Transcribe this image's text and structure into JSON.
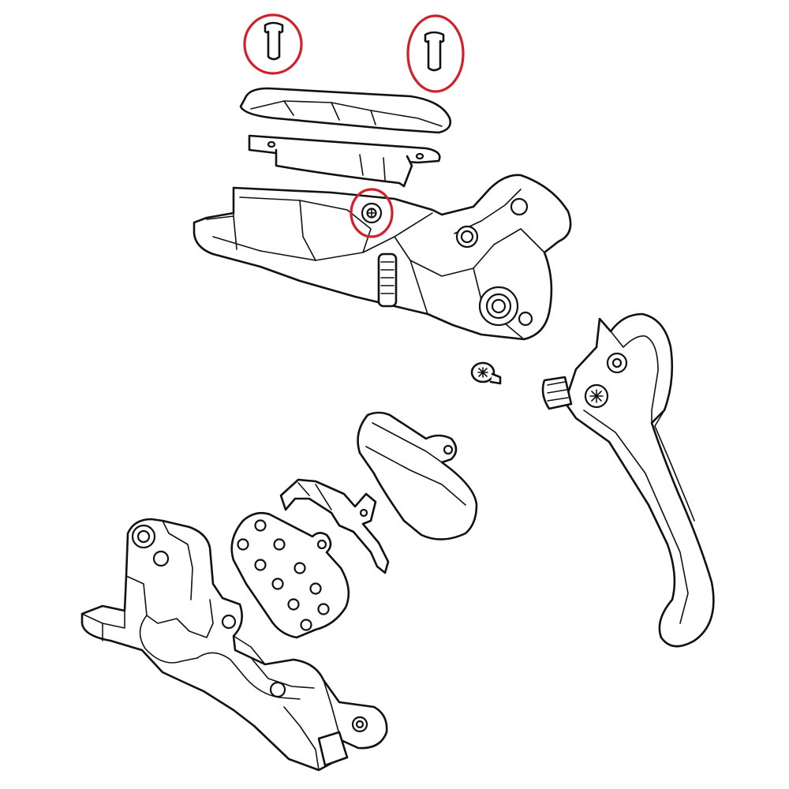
{
  "diagram": {
    "parts": [
      {
        "key": "screw_left",
        "icon": "bolt-icon"
      },
      {
        "key": "screw_right",
        "icon": "bolt-icon"
      },
      {
        "key": "reservoir_cover",
        "icon": "cover-plate-icon"
      },
      {
        "key": "diaphragm",
        "icon": "diaphragm-icon"
      },
      {
        "key": "lever_body",
        "icon": "lever-body-icon"
      },
      {
        "key": "bleed_screw",
        "icon": "bleed-screw-icon"
      },
      {
        "key": "pivot_bolt",
        "icon": "torx-bolt-icon"
      },
      {
        "key": "lever_blade",
        "icon": "lever-blade-icon"
      },
      {
        "key": "brake_pad_front",
        "icon": "brake-pad-icon"
      },
      {
        "key": "pad_spring",
        "icon": "spring-clip-icon"
      },
      {
        "key": "brake_pad_back",
        "icon": "brake-pad-backing-icon"
      },
      {
        "key": "caliper",
        "icon": "caliper-icon"
      }
    ],
    "highlights": [
      {
        "target": "screw_left",
        "shape": "ellipse"
      },
      {
        "target": "screw_right",
        "shape": "ellipse"
      },
      {
        "target": "bleed_screw",
        "shape": "ellipse"
      }
    ]
  },
  "colors": {
    "line": "#111111",
    "background": "#ffffff",
    "highlight": "#d0202a"
  }
}
